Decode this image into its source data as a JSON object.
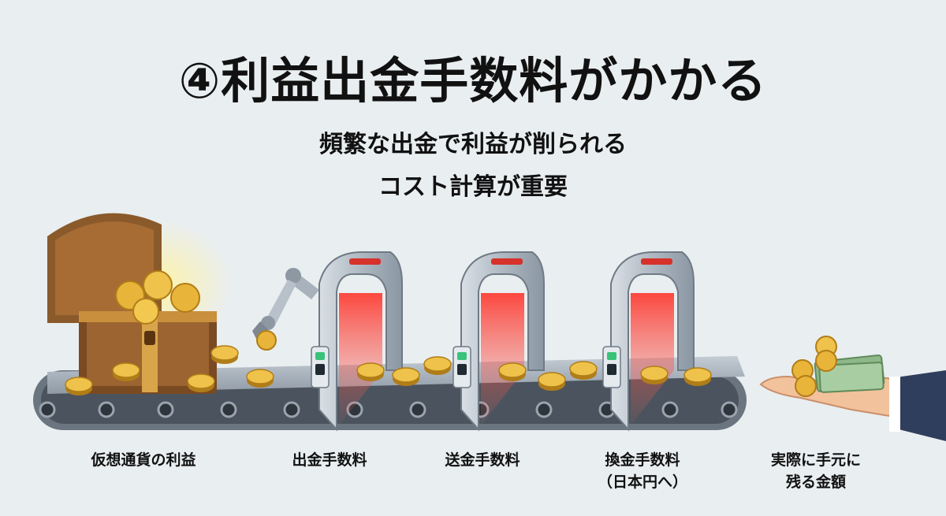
{
  "title": "④利益出金手数料がかかる",
  "subtitle": [
    "頻繁な出金で利益が削られる",
    "コスト計算が重要"
  ],
  "stages": [
    {
      "label": "仮想通貨の利益"
    },
    {
      "label": "出金手数料"
    },
    {
      "label": "送金手数料"
    },
    {
      "label": "換金手数料",
      "sublabel": "（日本円へ）"
    },
    {
      "label": "実際に手元に",
      "sublabel": "残る金額"
    }
  ],
  "icons": [
    "treasure-chest-icon",
    "bitcoin-coin-icon",
    "robot-arm-icon",
    "fee-gate-icon",
    "yen-coin-icon",
    "banknote-icon",
    "hand-icon"
  ],
  "colors": {
    "background": "#e9eef0",
    "gold": "#e8b43a",
    "gate": "#b9c3cc",
    "laser": "#e0302a",
    "belt": "#5a6470"
  }
}
